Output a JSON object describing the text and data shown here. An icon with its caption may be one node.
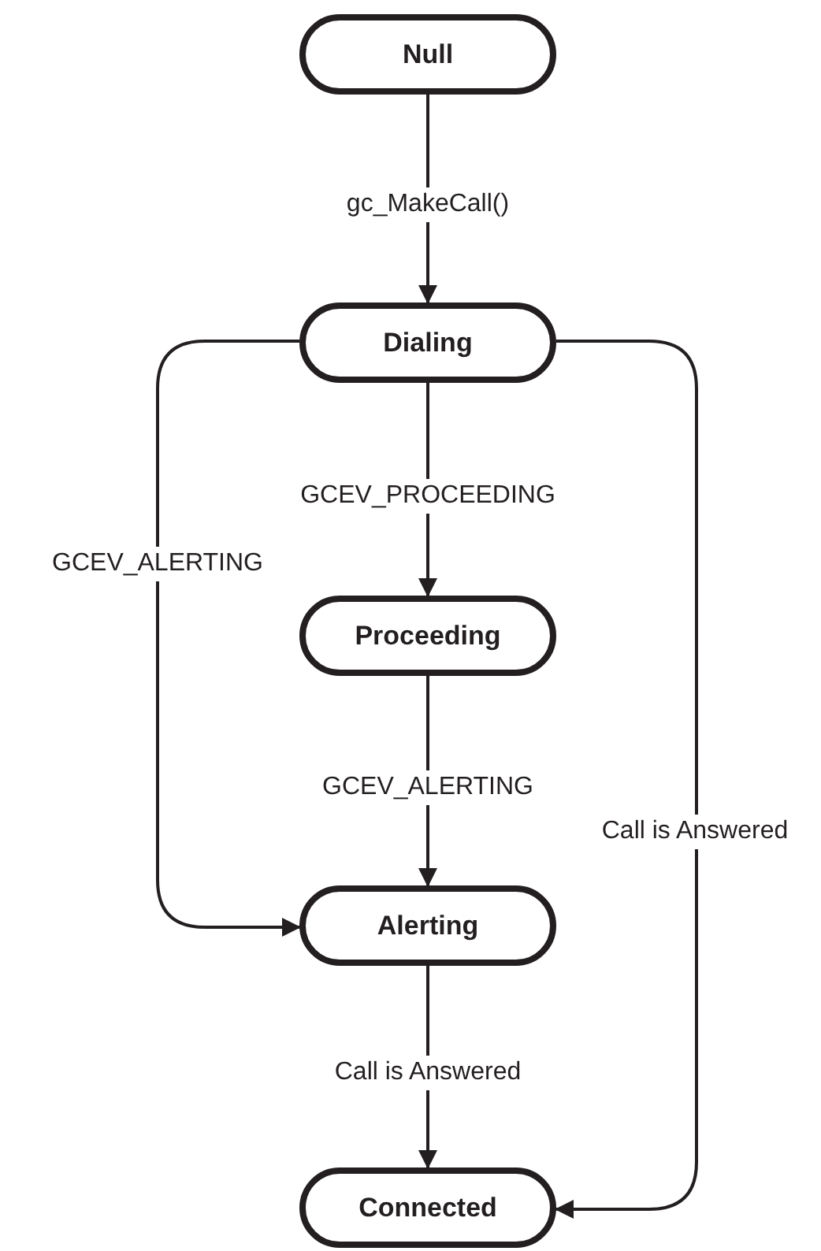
{
  "diagram": {
    "nodes": [
      {
        "text": [
          "Null"
        ]
      },
      {
        "text": [
          "Dialing"
        ]
      },
      {
        "text": [
          "Proceeding"
        ]
      },
      {
        "text": [
          "Alerting"
        ]
      },
      {
        "text": [
          "Connected"
        ]
      }
    ],
    "edges": [
      {
        "from": 0,
        "to": 1,
        "arrow": "to",
        "label": "gc_MakeCall()"
      },
      {
        "from": 1,
        "to": 2,
        "arrow": "to",
        "label": "GCEV_PROCEEDING"
      },
      {
        "from": 2,
        "to": 3,
        "arrow": "to",
        "label": "GCEV_ALERTING"
      },
      {
        "from": 3,
        "to": 4,
        "arrow": "to",
        "label": "Call is Answered"
      },
      {
        "from": 1,
        "to": 3,
        "arrow": "to",
        "label": "GCEV_ALERTING"
      },
      {
        "from": 1,
        "to": 4,
        "arrow": "to",
        "label": "Call is Answered"
      }
    ]
  }
}
